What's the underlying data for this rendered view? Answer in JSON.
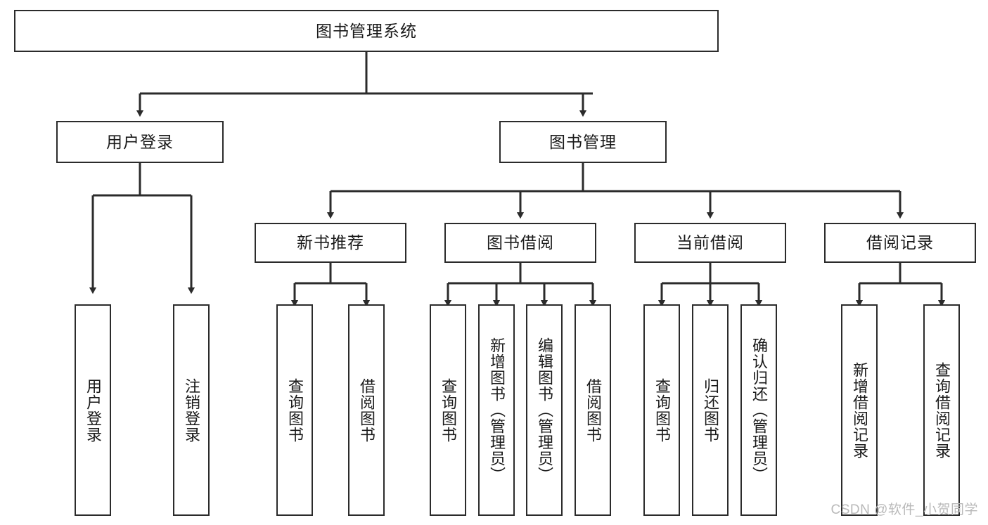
{
  "diagram": {
    "title": "图书管理系统",
    "type": "hierarchy-tree",
    "orientation": "top-down",
    "colors": {
      "box_border": "#2b2b2b",
      "box_fill": "#ffffff",
      "text": "#1a1a1a",
      "connector": "#2b2b2b",
      "watermark": "#b9b9b9"
    }
  },
  "nodes": {
    "root": {
      "label": "图书管理系统",
      "level": 1,
      "orientation": "horizontal"
    },
    "level2": [
      {
        "id": "user-login",
        "label": "用户登录",
        "orientation": "horizontal"
      },
      {
        "id": "book-management",
        "label": "图书管理",
        "orientation": "horizontal"
      }
    ],
    "level3": [
      {
        "id": "new-book-recommend",
        "label": "新书推荐",
        "orientation": "horizontal",
        "parent": "book-management"
      },
      {
        "id": "book-borrow",
        "label": "图书借阅",
        "orientation": "horizontal",
        "parent": "book-management"
      },
      {
        "id": "current-borrow",
        "label": "当前借阅",
        "orientation": "horizontal",
        "parent": "book-management"
      },
      {
        "id": "borrow-record",
        "label": "借阅记录",
        "orientation": "horizontal",
        "parent": "book-management"
      }
    ],
    "leaves": [
      {
        "id": "leaf-user-login",
        "label": "用户登录",
        "parent": "user-login",
        "orientation": "vertical"
      },
      {
        "id": "leaf-logout",
        "label": "注销登录",
        "parent": "user-login",
        "orientation": "vertical"
      },
      {
        "id": "leaf-query-book-1",
        "label": "查询图书",
        "parent": "new-book-recommend",
        "orientation": "vertical"
      },
      {
        "id": "leaf-borrow-book-1",
        "label": "借阅图书",
        "parent": "new-book-recommend",
        "orientation": "vertical"
      },
      {
        "id": "leaf-query-book-2",
        "label": "查询图书",
        "parent": "book-borrow",
        "orientation": "vertical"
      },
      {
        "id": "leaf-add-book",
        "label": "新增图书（管理员）",
        "parent": "book-borrow",
        "orientation": "vertical"
      },
      {
        "id": "leaf-edit-book",
        "label": "编辑图书（管理员）",
        "parent": "book-borrow",
        "orientation": "vertical"
      },
      {
        "id": "leaf-borrow-book-2",
        "label": "借阅图书",
        "parent": "book-borrow",
        "orientation": "vertical"
      },
      {
        "id": "leaf-query-book-3",
        "label": "查询图书",
        "parent": "current-borrow",
        "orientation": "vertical"
      },
      {
        "id": "leaf-return-book",
        "label": "归还图书",
        "parent": "current-borrow",
        "orientation": "vertical"
      },
      {
        "id": "leaf-confirm-return",
        "label": "确认归还（管理员）",
        "parent": "current-borrow",
        "orientation": "vertical"
      },
      {
        "id": "leaf-add-record",
        "label": "新增借阅记录",
        "parent": "borrow-record",
        "orientation": "vertical"
      },
      {
        "id": "leaf-query-record",
        "label": "查询借阅记录",
        "parent": "borrow-record",
        "orientation": "vertical"
      }
    ]
  },
  "watermark": {
    "text": "CSDN @软件_小贺同学"
  }
}
